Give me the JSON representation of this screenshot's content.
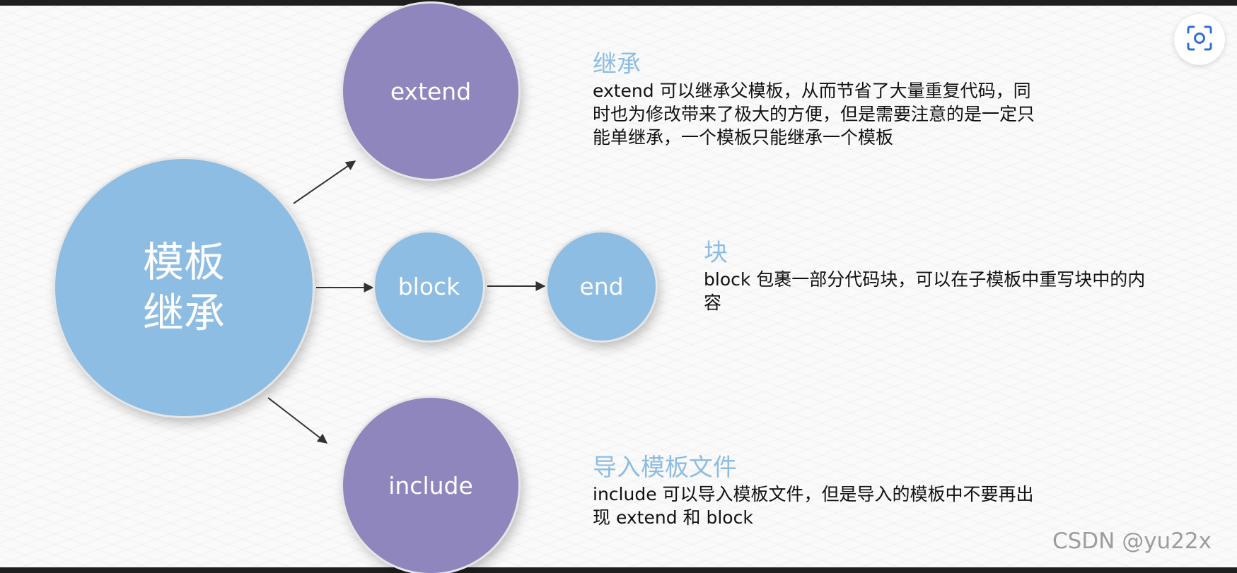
{
  "diagram": {
    "center": {
      "label": "模板继承"
    },
    "nodes": {
      "extend": "extend",
      "block": "block",
      "end": "end",
      "include": "include"
    },
    "descriptions": {
      "extend": {
        "heading": "继承",
        "lines": [
          "extend 可以继承父模板，从而节省了大量重复代码，同",
          "时也为修改带来了极大的方便，但是需要注意的是一定只",
          "能单继承，一个模板只能继承一个模板"
        ]
      },
      "block": {
        "heading": "块",
        "lines": [
          "block 包裹一部分代码块，可以在子模板中重写块中的内",
          "容"
        ]
      },
      "include": {
        "heading": "导入模板文件",
        "lines": [
          "include 可以导入模板文件，但是导入的模板中不要再出",
          "现 extend 和 block"
        ]
      }
    }
  },
  "watermark": "CSDN @yu22x",
  "toolbar": {
    "scan_icon": "visual-search-icon"
  },
  "colors": {
    "light_blue": "#8dbde3",
    "purple": "#8e86bd",
    "arrow": "#333333"
  }
}
